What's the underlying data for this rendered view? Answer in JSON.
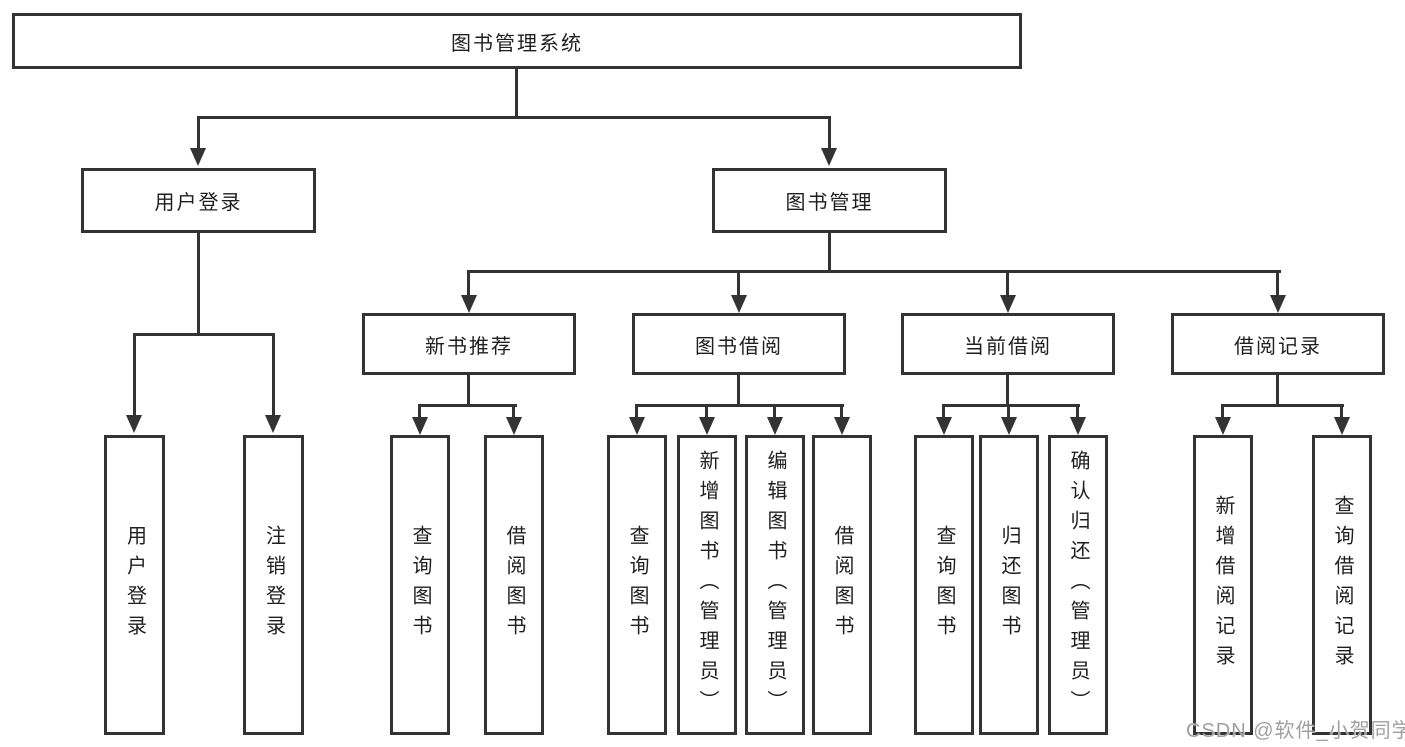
{
  "diagram": {
    "root_label": "图书管理系统",
    "level2": {
      "user_login": "用户登录",
      "book_mgmt": "图书管理"
    },
    "level3": {
      "new_books": "新书推荐",
      "book_borrow": "图书借阅",
      "current_borrow": "当前借阅",
      "borrow_records": "借阅记录"
    },
    "leaves": {
      "user_login": [
        "用户登录",
        "注销登录"
      ],
      "new_books": [
        "查询图书",
        "借阅图书"
      ],
      "book_borrow": [
        "查询图书",
        "新增图书（管理员）",
        "编辑图书（管理员）",
        "借阅图书"
      ],
      "current_borrow": [
        "查询图书",
        "归还图书",
        "确认归还（管理员）"
      ],
      "borrow_records": [
        "新增借阅记录",
        "查询借阅记录"
      ]
    }
  },
  "watermark": "CSDN @软件_小贺同学",
  "colors": {
    "line": "#333333",
    "box_border": "#333333",
    "text": "#1f1f1f",
    "background": "#ffffff",
    "watermark": "#a0a0a0"
  }
}
